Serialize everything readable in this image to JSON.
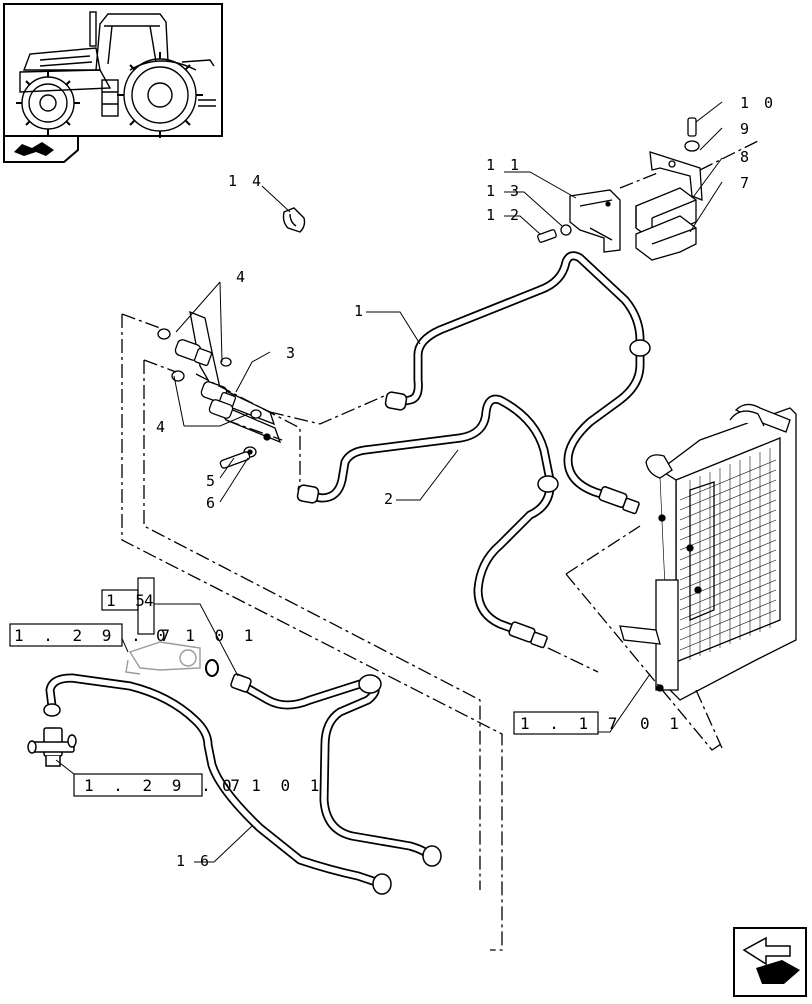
{
  "callouts": {
    "c1": "1",
    "c2": "2",
    "c3": "3",
    "c4a": "4",
    "c4b": "4",
    "c5": "5",
    "c6": "6",
    "c7": "7",
    "c8": "8",
    "c9": "9",
    "c10": "1 0",
    "c11": "1 1",
    "c12": "1 2",
    "c13": "1 3",
    "c14": "1 4",
    "c16": "1 6"
  },
  "refs": {
    "r154_boxed": "1 5",
    "r154_tail": "4",
    "r1297_top_boxed": "1 . 2 9 . 7",
    "r1297_top_tail": "0 1   0 1",
    "r1297_bot_boxed": "1 . 2 9 . 7",
    "r1297_bot_tail": "0 1   0 1",
    "r117_boxed": "1 . 1 7",
    "r117_tail": "0 1"
  },
  "icons": {
    "thumbnail": "tractor-thumbnail-icon",
    "section": "section-book-icon",
    "nav": "next-page-arrow-icon"
  },
  "colors": {
    "ink": "#000000",
    "paper": "#ffffff"
  }
}
